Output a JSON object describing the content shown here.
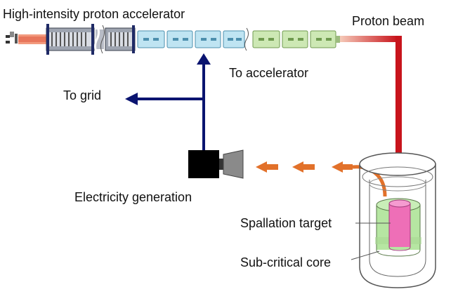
{
  "labels": {
    "accelerator": "High-intensity proton accelerator",
    "proton_beam": "Proton beam",
    "to_accelerator": "To accelerator",
    "to_grid": "To grid",
    "electricity": "Electricity generation",
    "spallation": "Spallation target",
    "core": "Sub-critical core"
  },
  "colors": {
    "beam": "#c8141c",
    "feedback": "#0a1470",
    "heat_flow": "#e2712a",
    "target": "#ee6fb7",
    "core": "#b6e6a2",
    "linac_blue": "#bfe4f2",
    "linac_green": "#cde8b4"
  }
}
